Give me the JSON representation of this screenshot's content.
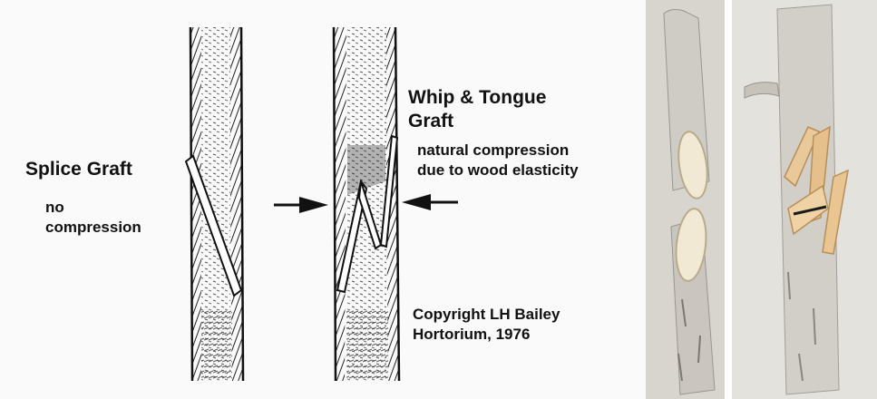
{
  "splice": {
    "title": "Splice Graft",
    "note_line1": "no",
    "note_line2": "compression"
  },
  "whip": {
    "title_line1": "Whip & Tongue",
    "title_line2": "Graft",
    "note_line1": "natural compression",
    "note_line2": "due to wood elasticity"
  },
  "credit": {
    "line1": "Copyright LH Bailey",
    "line2": "Hortorium, 1976"
  },
  "colors": {
    "ink": "#111111",
    "bark": "#d9d6cf",
    "cut_wood": "#f1e6cf",
    "photo_bg": "#e3e1dc"
  }
}
